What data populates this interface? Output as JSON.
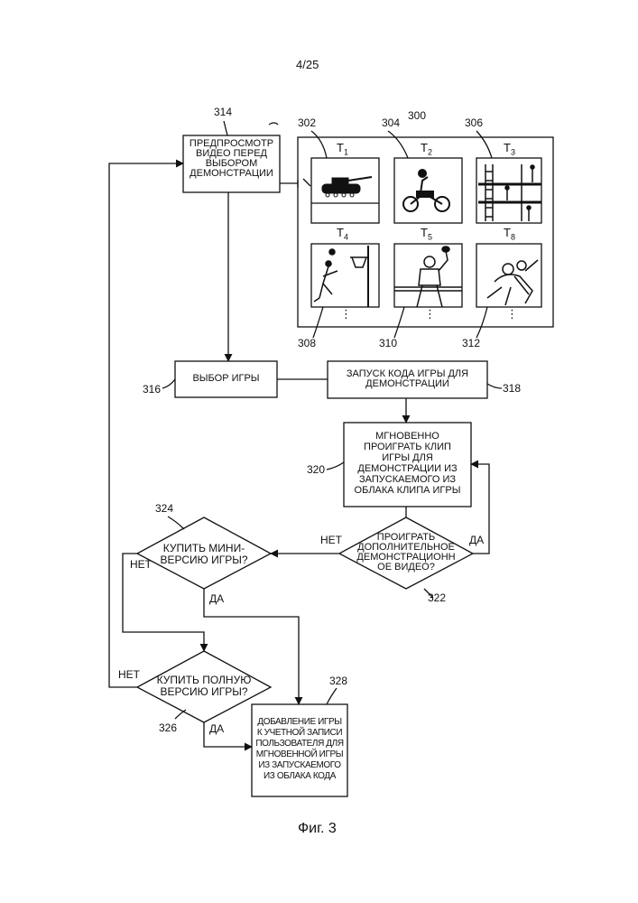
{
  "page_number": "4/25",
  "figure_caption": "Фиг. 3",
  "refs": {
    "r300": "300",
    "r302": "302",
    "r304": "304",
    "r306": "306",
    "r308": "308",
    "r310": "310",
    "r312": "312",
    "r314": "314",
    "r316": "316",
    "r318": "318",
    "r320": "320",
    "r322": "322",
    "r324": "324",
    "r326": "326",
    "r328": "328"
  },
  "tiles": {
    "t1": {
      "letter": "T",
      "sub": "1",
      "dots": ""
    },
    "t2": {
      "letter": "T",
      "sub": "2",
      "dots": ""
    },
    "t3": {
      "letter": "T",
      "sub": "3",
      "dots": ""
    },
    "t4": {
      "letter": "T",
      "sub": "4",
      "dots": "⋮"
    },
    "t5": {
      "letter": "T",
      "sub": "5",
      "dots": "⋮"
    },
    "t6": {
      "letter": "T",
      "sub": "8",
      "dots": "⋮"
    }
  },
  "boxes": {
    "preview": [
      "ПРЕДПРОСМОТР",
      "ВИДЕО ПЕРЕД",
      "ВЫБОРОМ",
      "ДЕМОНСТРАЦИИ"
    ],
    "game_select": [
      "ВЫБОР ИГРЫ"
    ],
    "launch": [
      "ЗАПУСК КОДА ИГРЫ ДЛЯ",
      "ДЕМОНСТРАЦИИ"
    ],
    "instant": [
      "МГНОВЕННО",
      "ПРОИГРАТЬ КЛИП",
      "ИГРЫ ДЛЯ",
      "ДЕМОНСТРАЦИИ ИЗ",
      "ЗАПУСКАЕМОГО ИЗ",
      "ОБЛАКА КЛИПА ИГРЫ"
    ],
    "add_game": [
      "ДОБАВЛЕНИЕ ИГРЫ",
      "К УЧЕТНОЙ ЗАПИСИ",
      "ПОЛЬЗОВАТЕЛЯ ДЛЯ",
      "МГНОВЕННОЙ ИГРЫ",
      "ИЗ ЗАПУСКАЕМОГО",
      "ИЗ ОБЛАКА КОДА"
    ]
  },
  "decisions": {
    "play_more": [
      "ПРОИГРАТЬ",
      "ДОПОЛНИТЕЛЬНОЕ",
      "ДЕМОНСТРАЦИОНН",
      "ОЕ ВИДЕО?"
    ],
    "buy_mini": [
      "КУПИТЬ МИНИ-",
      "ВЕРСИЮ ИГРЫ?"
    ],
    "buy_full": [
      "КУПИТЬ ПОЛНУЮ",
      "ВЕРСИЮ ИГРЫ?"
    ]
  },
  "edge_labels": {
    "play_no": "НЕТ",
    "play_yes": "ДА",
    "mini_no": "НЕТ",
    "mini_yes": "ДА",
    "full_no": "НЕТ",
    "full_yes": "ДА"
  }
}
